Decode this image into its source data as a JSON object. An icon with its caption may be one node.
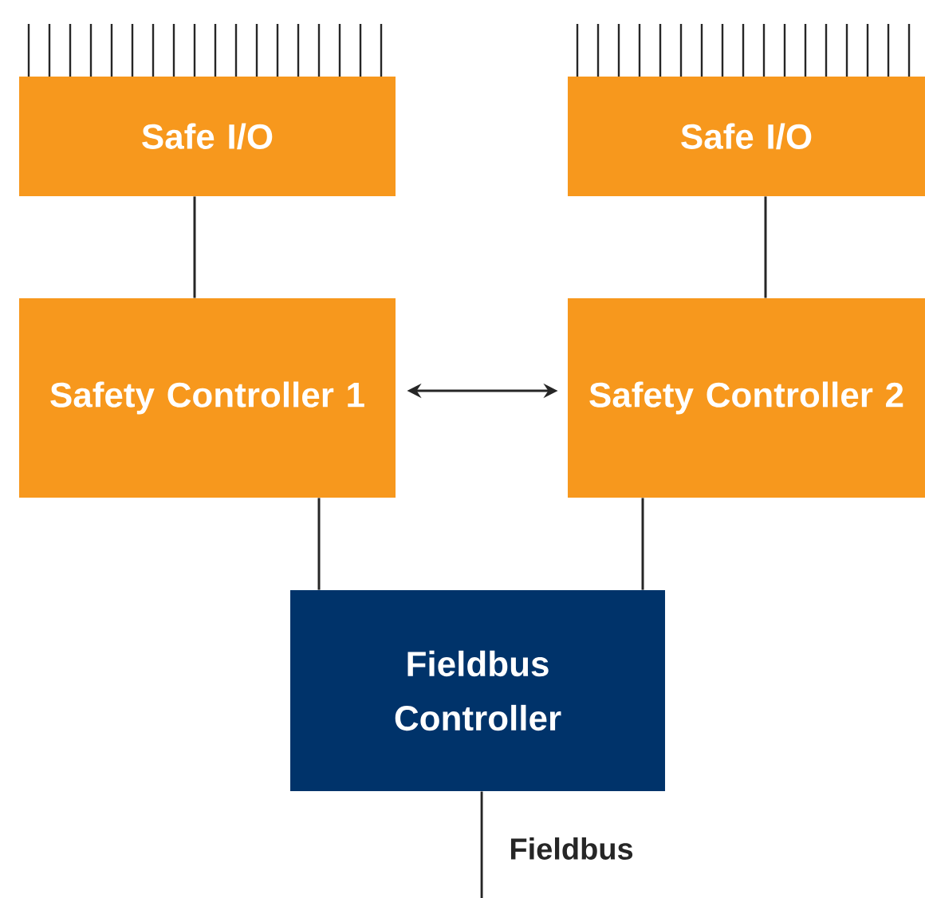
{
  "diagram": {
    "nodes": [
      {
        "text": [
          "Safe I/O"
        ]
      },
      {
        "text": [
          "Safe I/O"
        ]
      },
      {
        "text": [
          "Safety Controller 1"
        ]
      },
      {
        "text": [
          "Safety Controller 2"
        ]
      },
      {
        "text": [
          "Fieldbus Controller"
        ]
      }
    ],
    "edges": [
      {
        "from": 0,
        "to": 2,
        "arrow": "none"
      },
      {
        "from": 1,
        "to": 3,
        "arrow": "none"
      },
      {
        "from": 2,
        "to": 3,
        "arrow": "both"
      },
      {
        "from": 2,
        "to": 4,
        "arrow": "none"
      },
      {
        "from": 3,
        "to": 4,
        "arrow": "none"
      },
      {
        "from": 4,
        "to": null,
        "arrow": "none",
        "label": "Fieldbus"
      }
    ]
  }
}
